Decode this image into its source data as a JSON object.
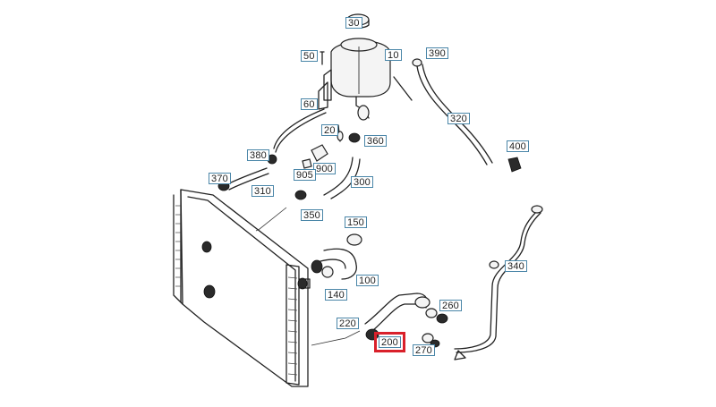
{
  "diagram": {
    "callouts": [
      {
        "id": "c30",
        "label": "30"
      },
      {
        "id": "c50",
        "label": "50"
      },
      {
        "id": "c10",
        "label": "10"
      },
      {
        "id": "c390",
        "label": "390"
      },
      {
        "id": "c60",
        "label": "60"
      },
      {
        "id": "c320",
        "label": "320"
      },
      {
        "id": "c20",
        "label": "20"
      },
      {
        "id": "c360",
        "label": "360"
      },
      {
        "id": "c400",
        "label": "400"
      },
      {
        "id": "c380",
        "label": "380"
      },
      {
        "id": "c900",
        "label": "900"
      },
      {
        "id": "c905",
        "label": "905"
      },
      {
        "id": "c370",
        "label": "370"
      },
      {
        "id": "c310",
        "label": "310"
      },
      {
        "id": "c300",
        "label": "300"
      },
      {
        "id": "c350",
        "label": "350"
      },
      {
        "id": "c150",
        "label": "150"
      },
      {
        "id": "c340",
        "label": "340"
      },
      {
        "id": "c140",
        "label": "140"
      },
      {
        "id": "c100",
        "label": "100"
      },
      {
        "id": "c260",
        "label": "260"
      },
      {
        "id": "c220",
        "label": "220"
      },
      {
        "id": "c200",
        "label": "200"
      },
      {
        "id": "c270",
        "label": "270"
      }
    ],
    "selected_callout": "200",
    "colors": {
      "callout_border": "#4a86a8",
      "selection": "#d9202a",
      "line": "#222222"
    }
  }
}
